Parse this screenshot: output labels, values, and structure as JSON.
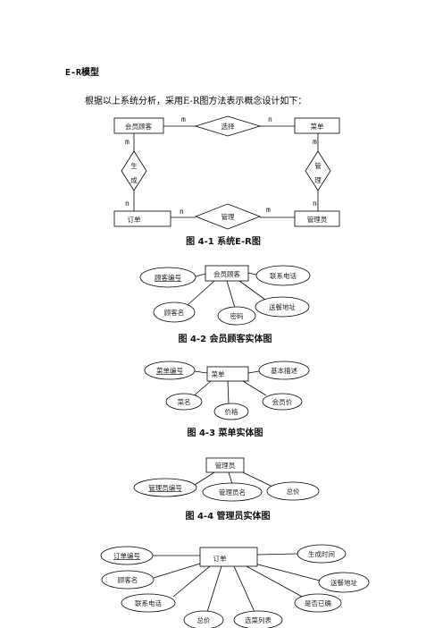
{
  "heading": "E-R模型",
  "intro": "根据以上系统分析，采用E-R图方法表示概念设计如下：",
  "fig1": {
    "caption": "图  4-1  系统E-R图",
    "entities": {
      "member": "会员顾客",
      "menu": "菜单",
      "order": "订单",
      "admin": "管理员"
    },
    "relations": {
      "select": "选择",
      "generate1": "生",
      "generate2": "成",
      "manage_right1": "管",
      "manage_right2": "理",
      "manage_bottom": "管理"
    },
    "cardinality": {
      "select_left": "m",
      "select_right": "n",
      "gen_top": "m",
      "gen_bottom": "n",
      "mr_top": "m",
      "mr_bottom": "n",
      "mb_left": "n",
      "mb_right": "m"
    }
  },
  "fig2": {
    "caption": "图  4-2  会员顾客实体图",
    "entity": "会员顾客",
    "attributes": {
      "id": "顾客编号",
      "phone": "联系电话",
      "name": "顾客名",
      "password": "密码",
      "address": "送餐地址"
    }
  },
  "fig3": {
    "caption": "图  4-3  菜单实体图",
    "entity": "菜单",
    "attributes": {
      "id": "菜单编号",
      "desc": "基本描述",
      "name": "菜名",
      "member_price": "会员价",
      "price": "价格"
    }
  },
  "fig4": {
    "caption": "图  4-4  管理员实体图",
    "entity": "管理员",
    "attributes": {
      "id": "管理员编号",
      "name": "管理员名",
      "password": "总价"
    }
  },
  "fig5": {
    "entity": "订单",
    "attributes": {
      "id": "订单编号",
      "time": "生成时间",
      "customer": "顾客名",
      "address": "送餐地址",
      "phone": "联系电话",
      "delivered": "是否已确",
      "total": "总价",
      "dishes": "选菜列表"
    }
  }
}
